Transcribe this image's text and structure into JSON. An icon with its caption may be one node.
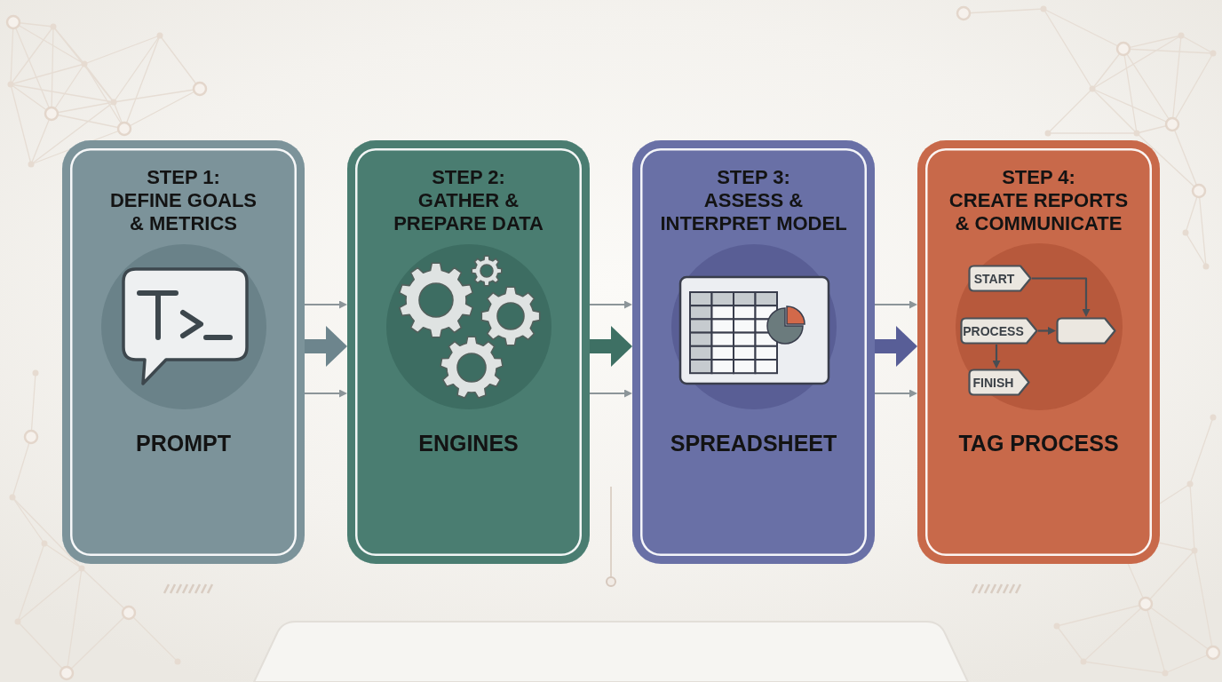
{
  "diagram": {
    "nodes": [
      {
        "text": [
          "STEP 1:",
          "DEFINE GOALS & METRICS",
          "PROMPT"
        ]
      },
      {
        "text": [
          "STEP 2:",
          "GATHER & PREPARE DATA",
          "ENGINES"
        ]
      },
      {
        "text": [
          "STEP 3:",
          "ASSESS & INTERPRET MODEL",
          "SPREADSHEET"
        ]
      },
      {
        "text": [
          "STEP 4:",
          "CREATE REPORTS & COMMUNICATE",
          "TAG PROCESS"
        ]
      },
      {
        "text": [
          "START"
        ],
        "in": 3
      },
      {
        "text": [
          "PROCESS"
        ],
        "in": 3
      },
      {
        "text": [],
        "shape": "box",
        "in": 3
      },
      {
        "text": [
          "FINISH"
        ],
        "in": 3
      },
      {
        "text": [],
        "shape": "bar"
      }
    ],
    "edges": [
      {
        "from": 0,
        "to": 1,
        "arrow": "to",
        "style": "thick",
        "color": "#6d858d"
      },
      {
        "from": 0,
        "to": 1,
        "arrow": "to"
      },
      {
        "from": 0,
        "to": 1,
        "arrow": "to"
      },
      {
        "from": 1,
        "to": 2,
        "arrow": "to",
        "style": "thick",
        "color": "#3e7064"
      },
      {
        "from": 1,
        "to": 2,
        "arrow": "to"
      },
      {
        "from": 1,
        "to": 2,
        "arrow": "to"
      },
      {
        "from": 2,
        "to": 3,
        "arrow": "to",
        "style": "thick",
        "color": "#585e97"
      },
      {
        "from": 2,
        "to": 3,
        "arrow": "to"
      },
      {
        "from": 2,
        "to": 3,
        "arrow": "to"
      },
      {
        "from": 4,
        "to": 6,
        "arrow": "to",
        "color": "#474d53"
      },
      {
        "from": 5,
        "to": 6,
        "arrow": "to",
        "color": "#474d53"
      },
      {
        "from": 5,
        "to": 7,
        "arrow": "to",
        "color": "#474d53"
      }
    ]
  }
}
